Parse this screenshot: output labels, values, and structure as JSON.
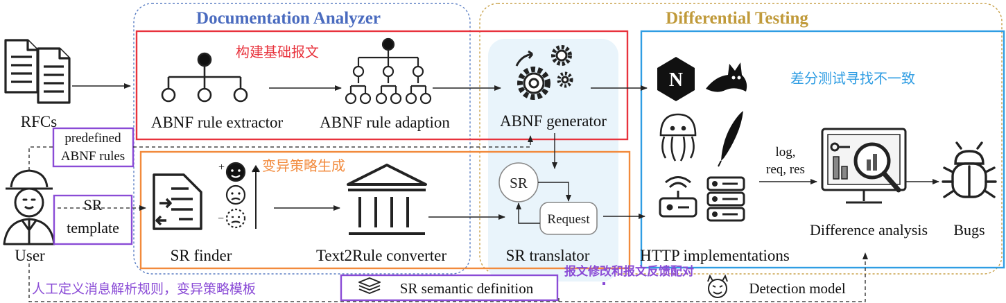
{
  "sections": {
    "doc_title": "Documentation Analyzer",
    "diff_title": "Differential Testing"
  },
  "annotations": {
    "build_base": "构建基础报文",
    "mutation": "变异策略生成",
    "diff_find": "差分测试寻找不一致",
    "modify_feedback": "报文修改和报文反馈配对",
    "manual_def": "人工定义消息解析规则，变异策略模板"
  },
  "inputs": {
    "rfcs": "RFCs",
    "predefined_line1": "predefined",
    "predefined_line2": "ABNF rules",
    "sr_line1": "SR",
    "sr_line2": "template",
    "user": "User"
  },
  "components": {
    "extractor": "ABNF rule extractor",
    "adaption": "ABNF rule adaption",
    "generator": "ABNF generator",
    "sr_finder": "SR finder",
    "text2rule": "Text2Rule converter",
    "sr_translator": "SR translator",
    "sr_node": "SR",
    "request_node": "Request",
    "http_impl": "HTTP implementations",
    "log_line1": "log,",
    "log_line2": "req, res",
    "diff_analysis": "Difference analysis",
    "bugs": "Bugs",
    "nginx_letter": "N"
  },
  "footer": {
    "sr_semantic": "SR semantic definition",
    "detection": "Detection model"
  },
  "colors": {
    "doc_dash": "#5b7fc4",
    "doc_title": "#4a6bbf",
    "diff_dash": "#c9a24a",
    "diff_title": "#c09a3a",
    "red": "#e8323c",
    "orange": "#f28a3c",
    "blue": "#2f9de3",
    "purple": "#8a4bd6",
    "gen_bg": "#e9f4fb"
  }
}
